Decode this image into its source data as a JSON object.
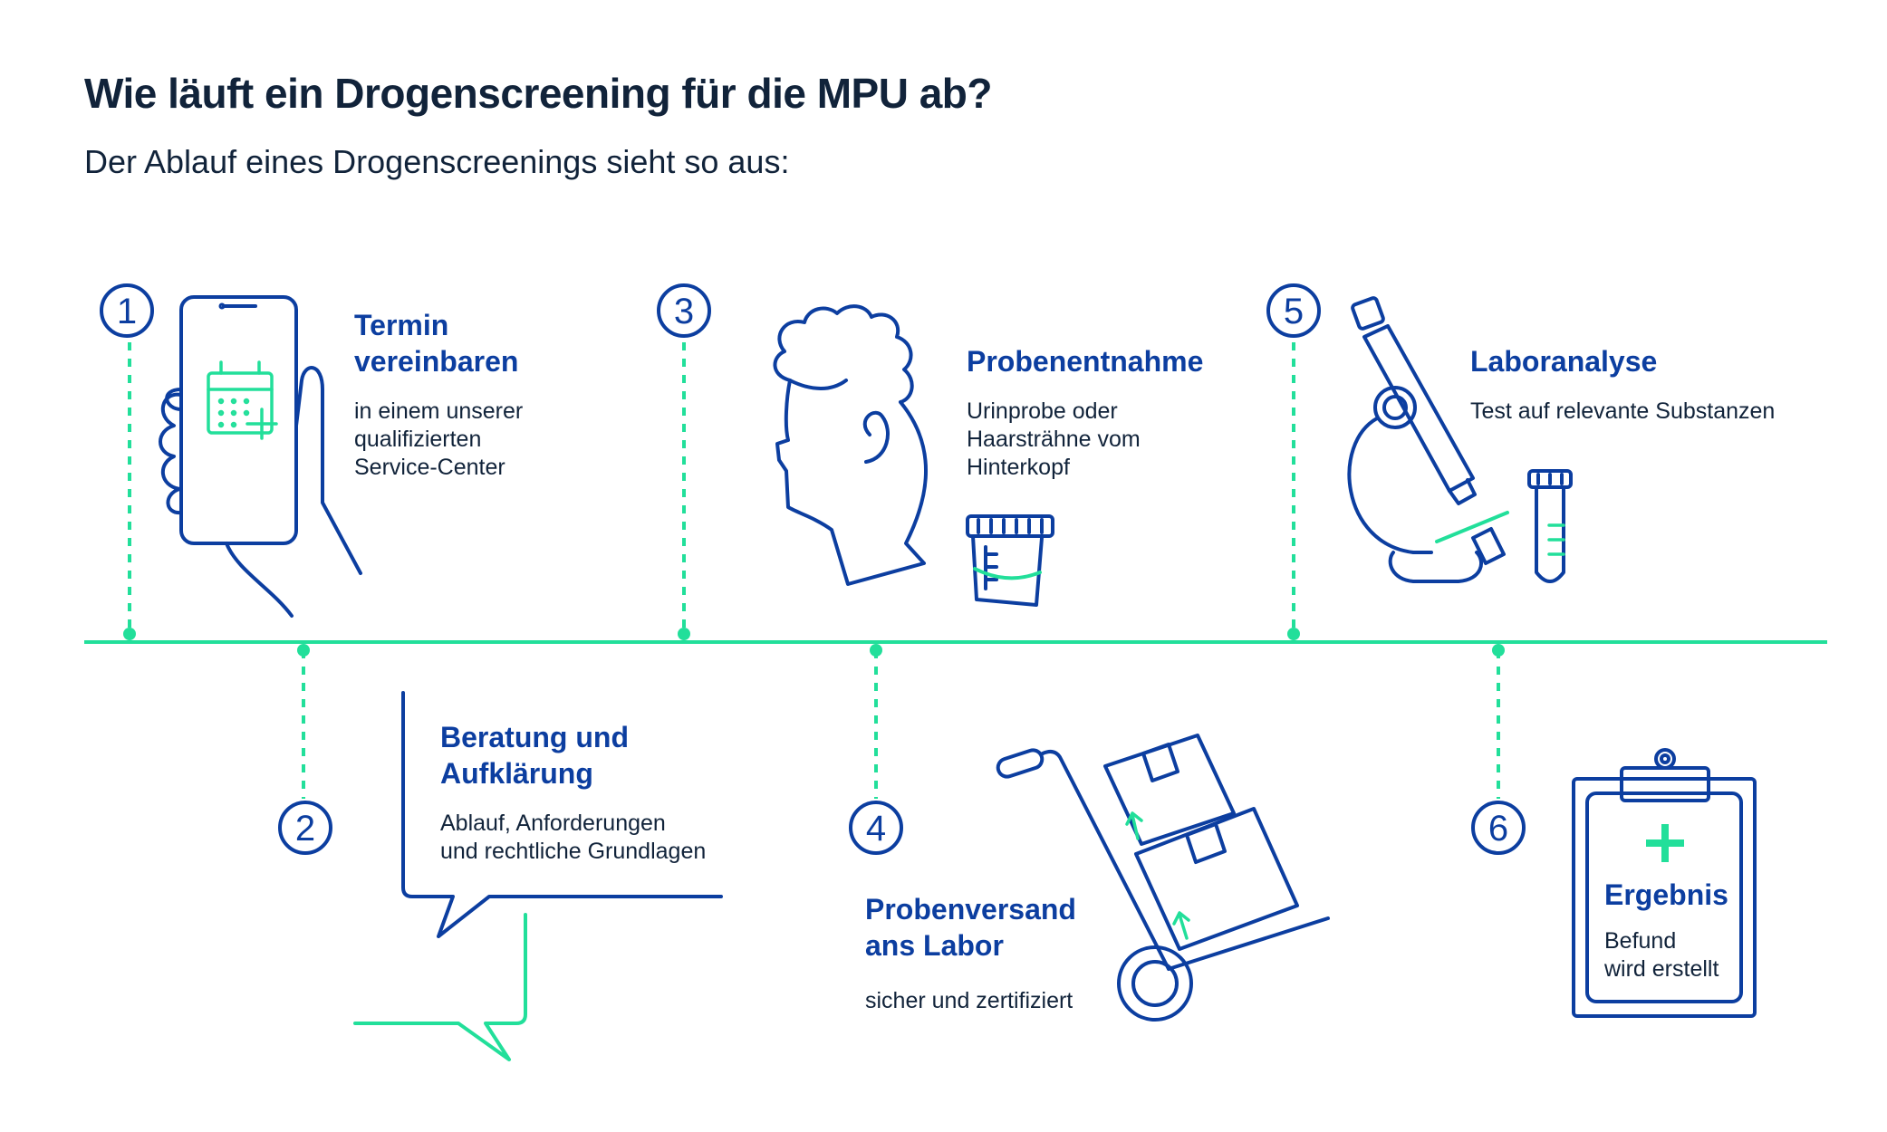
{
  "header": {
    "title": "Wie läuft ein Drogenscreening für die MPU ab?",
    "subtitle": "Der Ablauf eines Drogenscreenings sieht so aus:"
  },
  "colors": {
    "navy": "#0c3ea0",
    "green": "#22df9a",
    "text": "#11233a"
  },
  "steps": [
    {
      "number": "1",
      "title": "Termin\nvereinbaren",
      "description": "in einem unserer\nqualifizierten\nService-Center",
      "icon": "smartphone-calendar-icon"
    },
    {
      "number": "2",
      "title": "Beratung und\nAufklärung",
      "description": "Ablauf, Anforderungen\nund rechtliche Grundlagen",
      "icon": "speech-bubbles-icon"
    },
    {
      "number": "3",
      "title": "Probenentnahme",
      "description": "Urinprobe oder\nHaarsträhne vom\nHinterkopf",
      "icon": "head-and-sample-cup-icon"
    },
    {
      "number": "4",
      "title": "Probenversand\nans Labor",
      "description": "sicher und zertifiziert",
      "icon": "hand-truck-boxes-icon"
    },
    {
      "number": "5",
      "title": "Laboranalyse",
      "description": "Test auf relevante Substanzen",
      "icon": "microscope-test-tube-icon"
    },
    {
      "number": "6",
      "title": "Ergebnis",
      "description": "Befund\nwird erstellt",
      "icon": "clipboard-result-icon"
    }
  ]
}
